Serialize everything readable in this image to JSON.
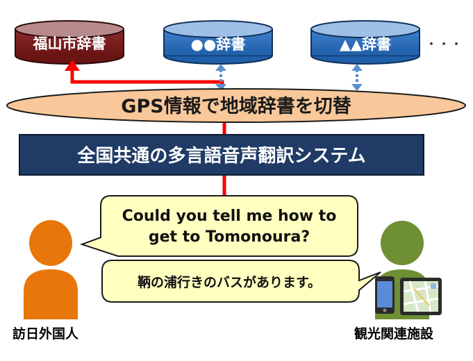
{
  "dictionaries": [
    {
      "label": "福山市辞書",
      "color": "#7b1f1f"
    },
    {
      "label": "●●辞書",
      "color": "#2f6db5"
    },
    {
      "label": "▲▲辞書",
      "color": "#2f6db5"
    }
  ],
  "more_indicator": "・・・",
  "switch_label": "GPS情報で地域辞書を切替",
  "system_label": "全国共通の多言語音声翻訳システム",
  "bubble_english": [
    "Could you tell me how to",
    "get to Tomonoura?"
  ],
  "bubble_japanese": "鞆の浦行きのバスがあります。",
  "person_left_label": "訪日外国人",
  "person_right_label": "観光関連施設",
  "colors": {
    "active_arrow": "#ff0000",
    "link_arrow": "#5b8fd0",
    "switch_fill": "#f9c89a",
    "system_fill": "#1f3b66",
    "bubble_fill": "#ffffc0",
    "person_left": "#e8760a",
    "person_right": "#6e8f34"
  }
}
